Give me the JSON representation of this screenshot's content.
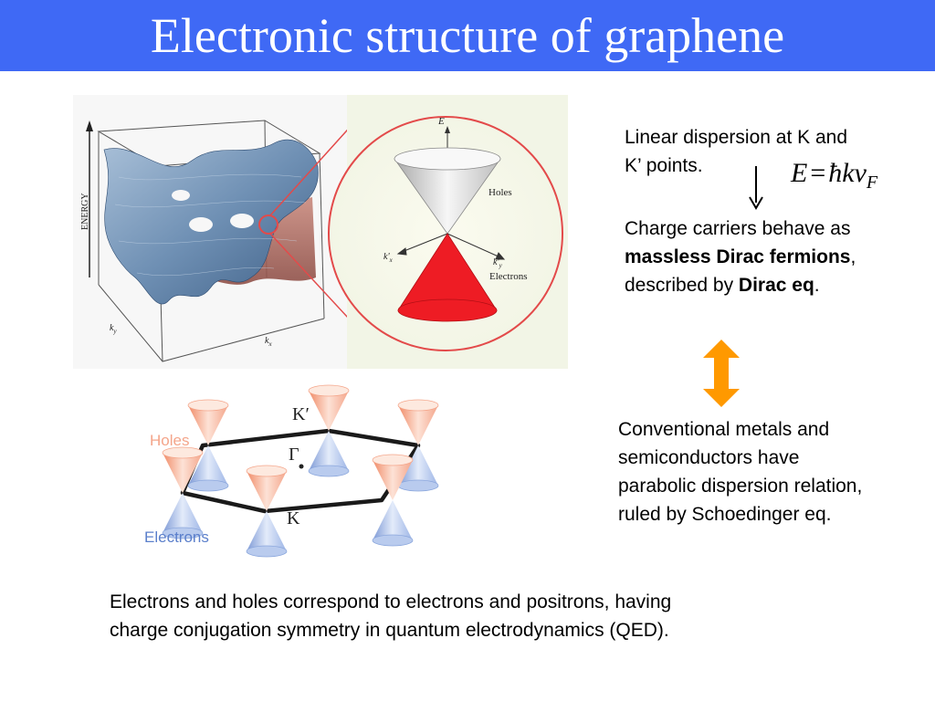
{
  "slide": {
    "title": "Electronic structure of graphene"
  },
  "band_figure": {
    "axis_energy": "ENERGY",
    "axis_ky": "k",
    "axis_ky_sub": "y",
    "axis_kx": "k",
    "axis_kx_sub": "x",
    "zoom_axis_e": "E",
    "zoom_axis_kx": "k'",
    "zoom_axis_kx_sub": "x",
    "zoom_axis_ky": "k'",
    "zoom_axis_ky_sub": "y",
    "zoom_label_holes": "Holes",
    "zoom_label_electrons": "Electrons",
    "colors": {
      "hole_cone": "#d8d8d8",
      "electron_cone": "#ee1c24",
      "zoom_circle": "#e34a4a",
      "surface": "#7f9ebf"
    }
  },
  "bz_figure": {
    "label_holes": "Holes",
    "label_electrons": "Electrons",
    "label_k_prime": "K′",
    "label_gamma": "Γ",
    "label_k": "K",
    "colors": {
      "holes": "#f4a58a",
      "electrons": "#9db5e6",
      "holes_label": "#f4a58a",
      "electrons_label": "#5b7fcb"
    }
  },
  "right_panel": {
    "linear_dispersion_line1": "Linear dispersion  at K and",
    "linear_dispersion_line2": "K’ points.",
    "formula_lhs": "E",
    "formula_eq": "=",
    "formula_hbar": "ħ",
    "formula_kv": "kv",
    "formula_sub": "F",
    "carriers_line1": "Charge carriers behave as",
    "carriers_bold1": "massless Dirac fermions",
    "carriers_comma": ",",
    "carriers_line3_pre": "described by ",
    "carriers_bold2": "Dirac eq",
    "carriers_period": ".",
    "conventional_line1": "Conventional metals and",
    "conventional_line2": "semiconductors have",
    "conventional_line3": "parabolic dispersion relation,",
    "conventional_line4": "ruled by Schoedinger eq.",
    "double_arrow_color": "#ff9900"
  },
  "bottom": {
    "line1": "Electrons and holes correspond to electrons and positrons, having",
    "line2": "charge conjugation symmetry in quantum electrodynamics (QED)."
  }
}
